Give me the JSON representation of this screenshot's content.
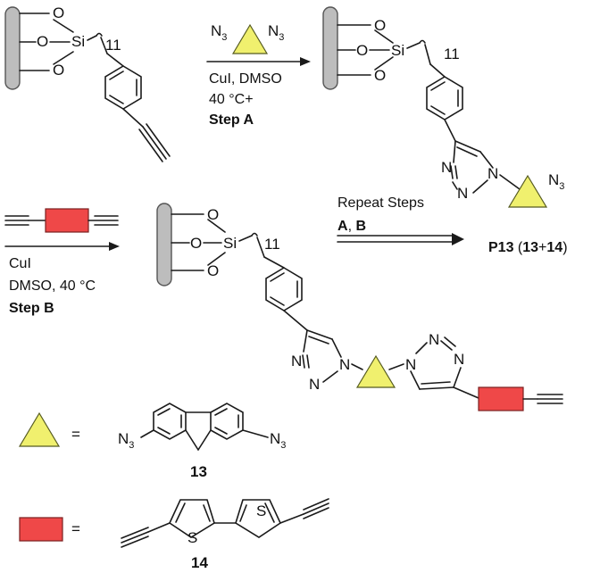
{
  "colors": {
    "triangle_fill": "#f0f06e",
    "triangle_stroke": "#555a20",
    "rect_fill": "#ef4848",
    "rect_stroke": "#7a2020",
    "surface_fill": "#bdbdbd",
    "surface_stroke": "#555555",
    "ink": "#1a1a1a"
  },
  "atoms": {
    "O": "O",
    "Si": "Si",
    "N": "N",
    "N3": "N",
    "N3_sub": "3",
    "S": "S",
    "chain_count": "11"
  },
  "step_a": {
    "reagent_line1": "CuI, DMSO",
    "reagent_line2": "40 °C+",
    "step_label": "Step A"
  },
  "step_b": {
    "reagent_line1": "CuI",
    "reagent_line2": "DMSO, 40 °C",
    "step_label": "Step B"
  },
  "repeat": {
    "line1": "Repeat Steps",
    "A": "A",
    "comma": ", ",
    "B": "B"
  },
  "product": {
    "name": "P13",
    "open": " (",
    "c13": "13",
    "plus": "+",
    "c14": "14",
    "close": ")"
  },
  "legend": {
    "equals": "=",
    "compound13": "13",
    "compound14": "14"
  }
}
